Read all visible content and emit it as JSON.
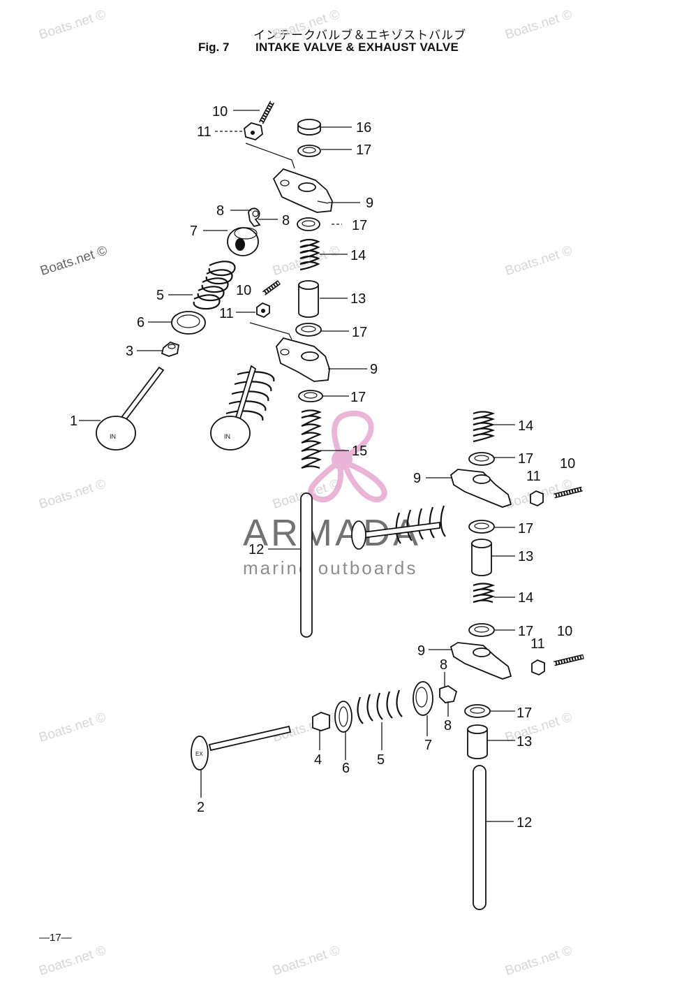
{
  "header": {
    "title_jp": "インテークバルブ＆エキゾストバルブ",
    "fig_no": "Fig. 7",
    "title_en": "INTAKE VALVE & EXHAUST VALVE"
  },
  "footer": {
    "page": "—17—"
  },
  "watermark": {
    "text": "Boats.net ©"
  },
  "logo": {
    "name": "ARMADA",
    "tagline": "marine outboards",
    "accent": "#e6a8cf"
  },
  "part_labels": [
    "1",
    "2",
    "3",
    "4",
    "5",
    "6",
    "7",
    "8",
    "9",
    "10",
    "11",
    "12",
    "13",
    "14",
    "15",
    "16",
    "17"
  ],
  "valve_marks": {
    "intake": "IN",
    "exhaust": "EX"
  }
}
